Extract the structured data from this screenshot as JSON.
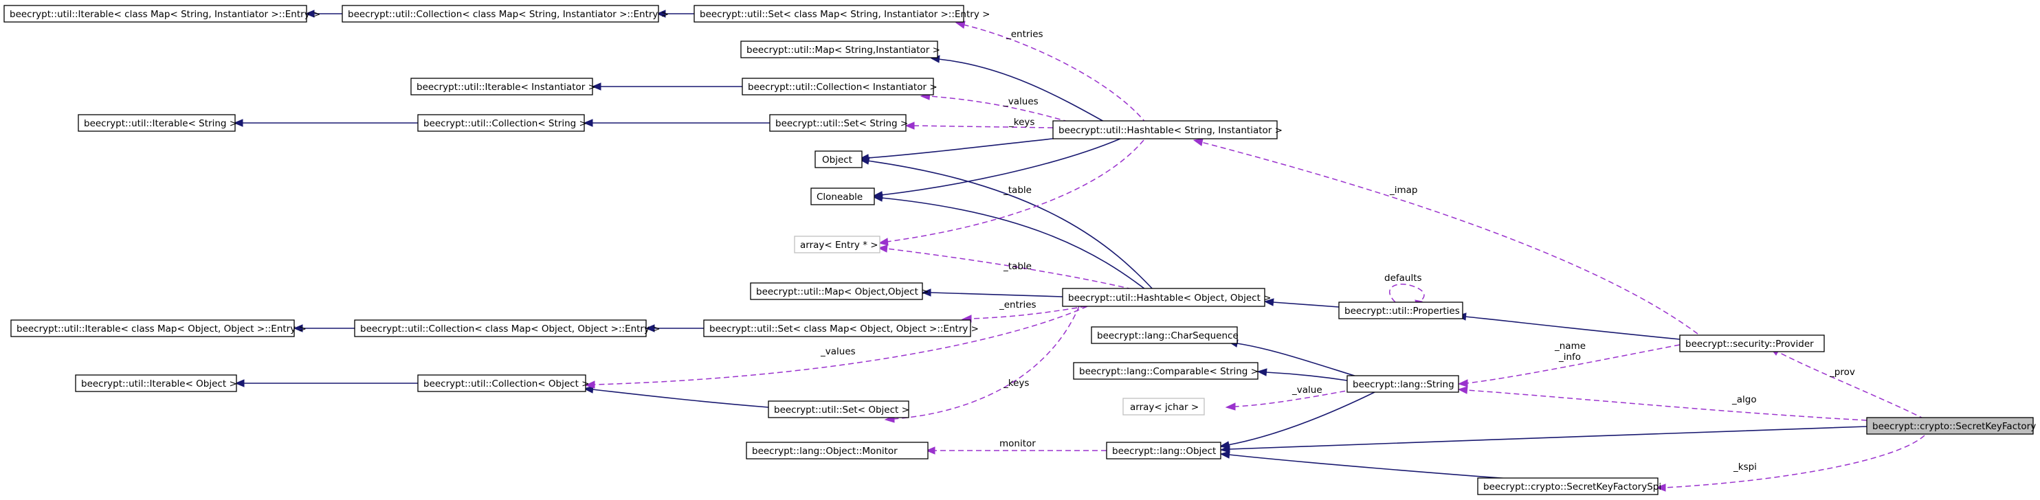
{
  "nodes": {
    "it_map_str_inst_entry": "beecrypt::util::Iterable< class Map< String, Instantiator >::Entry >",
    "coll_map_str_inst_entry": "beecrypt::util::Collection< class Map< String, Instantiator >::Entry >",
    "set_map_str_inst_entry": "beecrypt::util::Set< class Map< String, Instantiator >::Entry >",
    "map_str_inst": "beecrypt::util::Map< String,Instantiator >",
    "it_inst": "beecrypt::util::Iterable< Instantiator >",
    "coll_inst": "beecrypt::util::Collection< Instantiator >",
    "it_str": "beecrypt::util::Iterable< String >",
    "coll_str": "beecrypt::util::Collection< String >",
    "set_str": "beecrypt::util::Set< String >",
    "hashtable_str_inst": "beecrypt::util::Hashtable< String, Instantiator >",
    "object": "Object",
    "cloneable": "Cloneable",
    "array_entry": "array< Entry * >",
    "map_obj_obj": "beecrypt::util::Map< Object,Object >",
    "hashtable_obj_obj": "beecrypt::util::Hashtable< Object, Object >",
    "it_map_obj_obj_entry": "beecrypt::util::Iterable< class Map< Object, Object >::Entry >",
    "coll_map_obj_obj_entry": "beecrypt::util::Collection< class Map< Object, Object >::Entry >",
    "set_map_obj_obj_entry": "beecrypt::util::Set< class Map< Object, Object >::Entry >",
    "properties": "beecrypt::util::Properties",
    "charsequence": "beecrypt::lang::CharSequence",
    "comparable_str": "beecrypt::lang::Comparable< String >",
    "string": "beecrypt::lang::String",
    "provider": "beecrypt::security::Provider",
    "it_obj": "beecrypt::util::Iterable< Object >",
    "coll_obj": "beecrypt::util::Collection< Object >",
    "array_jchar": "array< jchar >",
    "set_obj": "beecrypt::util::Set< Object >",
    "object_monitor": "beecrypt::lang::Object::Monitor",
    "lang_object": "beecrypt::lang::Object",
    "secretkeyfactoryspi": "beecrypt::crypto::SecretKeyFactorySpi",
    "secretkeyfactory": "beecrypt::crypto::SecretKeyFactory"
  },
  "edge_labels": {
    "entries_top": "_entries",
    "values_top": "_values",
    "keys_top": "_keys",
    "table_top": "_table",
    "imap": "_imap",
    "table_mid": "_table",
    "defaults": "defaults",
    "entries_mid": "_entries",
    "values_mid": "_values",
    "name": "_name",
    "info": "_info",
    "keys_mid": "_keys",
    "prov": "_prov",
    "value": "_value",
    "algo": "_algo",
    "monitor": "monitor",
    "kspi": "_kspi"
  },
  "colors": {
    "inheritance": "#191970",
    "usage": "#9a32cd",
    "focus_fill": "#bfbfbf",
    "ghost_border": "#bfbfbf"
  }
}
